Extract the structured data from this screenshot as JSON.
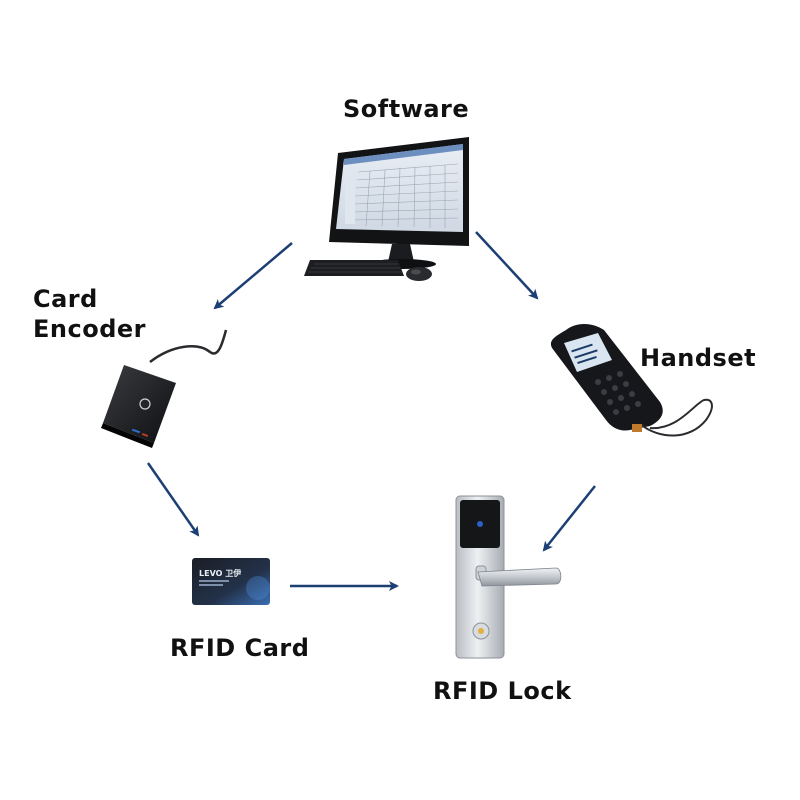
{
  "nodes": {
    "software": {
      "label": "Software",
      "icon": "desktop-computer-icon"
    },
    "card_encoder": {
      "label_line1": "Card",
      "label_line2": "Encoder",
      "icon": "card-encoder-icon"
    },
    "handset": {
      "label": "Handset",
      "icon": "handheld-terminal-icon"
    },
    "rfid_card": {
      "label": "RFID Card",
      "icon": "rfid-card-icon"
    },
    "rfid_lock": {
      "label": "RFID Lock",
      "icon": "door-lock-icon"
    }
  },
  "card_print": {
    "brand": "LEVO 卫伊"
  },
  "arrow_color": "#1c3f74",
  "edges": [
    {
      "from": "software",
      "to": "card_encoder"
    },
    {
      "from": "software",
      "to": "handset"
    },
    {
      "from": "card_encoder",
      "to": "rfid_card"
    },
    {
      "from": "rfid_card",
      "to": "rfid_lock"
    },
    {
      "from": "handset",
      "to": "rfid_lock"
    }
  ]
}
